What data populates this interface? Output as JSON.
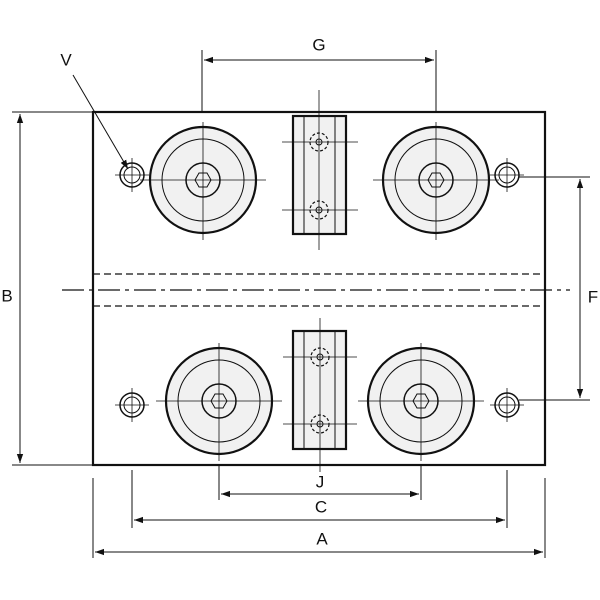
{
  "diagram": {
    "dimensions": {
      "a": "A",
      "b": "B",
      "c": "C",
      "f": "F",
      "g": "G",
      "j": "J",
      "v": "V"
    },
    "colors": {
      "line": "#111111",
      "background": "#ffffff",
      "pad_fill": "#f1f1f1"
    }
  }
}
